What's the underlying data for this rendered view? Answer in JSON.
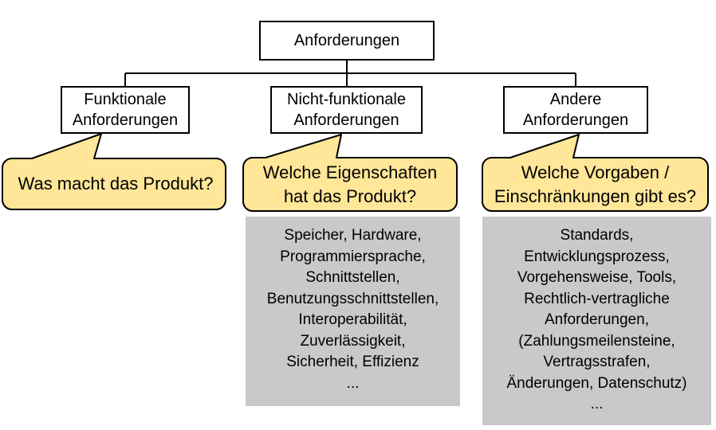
{
  "root": {
    "label": "Anforderungen"
  },
  "branches": [
    {
      "label": [
        "Funktionale",
        "Anforderungen"
      ],
      "question": [
        "Was macht das Produkt?"
      ],
      "details": []
    },
    {
      "label": [
        "Nicht-funktionale",
        "Anforderungen"
      ],
      "question": [
        "Welche Eigenschaften",
        "hat das Produkt?"
      ],
      "details": [
        "Speicher, Hardware,",
        "Programmiersprache,",
        "Schnittstellen,",
        "Benutzungsschnittstellen,",
        "Interoperabilität,",
        "Zuverlässigkeit,",
        "Sicherheit, Effizienz",
        "..."
      ]
    },
    {
      "label": [
        "Andere",
        "Anforderungen"
      ],
      "question": [
        "Welche Vorgaben /",
        "Einschränkungen gibt es?"
      ],
      "details": [
        "Standards,",
        "Entwicklungsprozess,",
        "Vorgehensweise, Tools,",
        "Rechtlich-vertragliche",
        "Anforderungen,",
        "(Zahlungsmeilensteine,",
        "Vertragsstrafen,",
        "Änderungen, Datenschutz)",
        "..."
      ]
    }
  ],
  "colors": {
    "callout_fill": "#FFE699",
    "callout_border": "#000000",
    "node_border": "#000000",
    "detail_fill": "#C9C9C9",
    "connector": "#000000",
    "background": "#FFFFFF",
    "text": "#000000"
  }
}
